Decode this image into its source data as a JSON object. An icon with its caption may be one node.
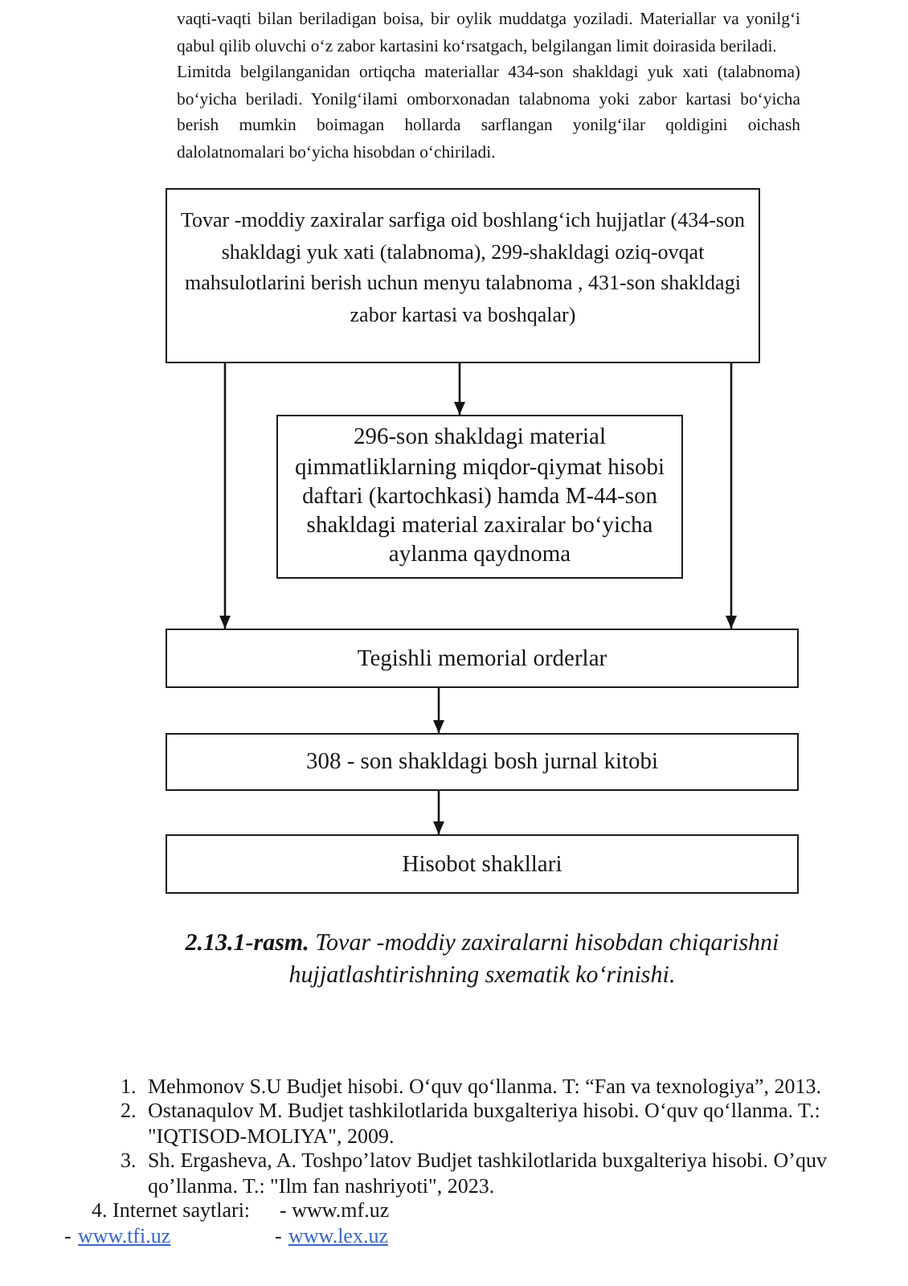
{
  "diagram": {
    "caption": "**2.13.1-rasm.** Tovar -moddiy zaxiralarni hisobdan chiqarishni hujjatlashtirishning sxematik ko‘rinishi.",
    "nodes": [
      {
        "text": [
          "Tovar -moddiy zaxiralar sarfiga oid boshlang‘ich hujjatlar (434-son shakldagi yuk xati (talabnoma), 299-shakldagi oziq-ovqat mahsulotlarini berish uchun menyu talabnoma , 431-son shakldagi zabor kartasi va boshqalar)"
        ]
      },
      {
        "text": [
          "296-son shakldagi material qimmatliklarning miqdor-qiymat hisobi daftari (kartochkasi) hamda M-44-son shakldagi material zaxiralar bo‘yicha aylanma qaydnoma"
        ]
      },
      {
        "text": [
          "Tegishli memorial orderlar"
        ]
      },
      {
        "text": [
          "308 - son shakldagi bosh jurnal kitobi"
        ]
      },
      {
        "text": [
          "Hisobot shakllari"
        ]
      }
    ],
    "edges": [
      {
        "from": 0,
        "to": 1,
        "arrow": "to"
      },
      {
        "from": 0,
        "to": 2,
        "arrow": "to"
      },
      {
        "from": 0,
        "to": 2,
        "arrow": "to"
      },
      {
        "from": 2,
        "to": 3,
        "arrow": "to"
      },
      {
        "from": 3,
        "to": 4,
        "arrow": "to"
      }
    ],
    "labels": [
      "vaqti-vaqti bilan beriladigan boisa, bir oylik muddatga yoziladi. Materiallar va yonilg‘i qabul qilib oluvchi o‘z zabor kartasini ko‘rsatgach, belgilangan limit doirasida beriladi.",
      "Limitda belgilanganidan ortiqcha materiallar 434-son shakldagi yuk xati (talabnoma) bo‘yicha beriladi. Yonilg‘ilami omborxonadan talabnoma yoki zabor kartasi bo‘yicha berish mumkin boimagan hollarda sarflangan yonilg‘ilar qoldigini oichash dalolatnomalari bo‘yicha hisobdan o‘chiriladi.",
      "1.",
      "Mehmonov S.U Budjet hisobi. O‘quv qo‘llanma. T: “Fan va texnologiya”, 2013.",
      "2.",
      "Ostanaqulov M. Budjet tashkilotlarida buxgalteriya hisobi. O‘quv qo‘llanma. T.: \"IQTISOD-MOLIYA\", 2009.",
      "3.",
      "Sh. Ergasheva, A. Toshpo’latov Budjet tashkilotlarida buxgalteriya hisobi. O’quv qo’llanma. T.: \"Ilm fan nashriyoti\", 2023.",
      "4. Internet saytlari:",
      "- www.mf.uz",
      "-",
      "www.tfi.uz",
      "-",
      "www.lex.uz"
    ]
  }
}
